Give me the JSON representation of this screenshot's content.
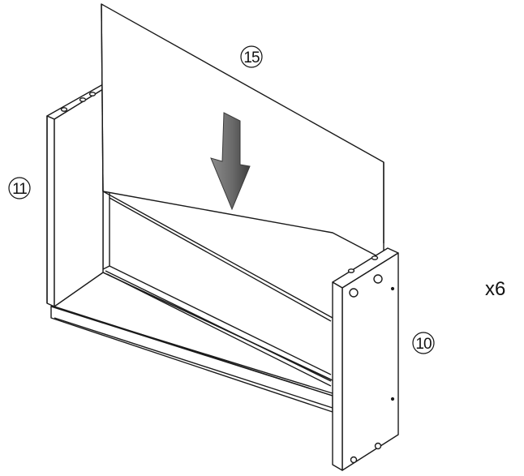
{
  "parts": {
    "panel_top": "15",
    "side_left": "11",
    "side_right": "10"
  },
  "quantity": "x6",
  "colors": {
    "line": "#1a1a1a",
    "panel_fill": "#ffffff",
    "arrow_dark": "#4a4a4a",
    "arrow_light": "#8c8c8c"
  },
  "icons": {
    "insert_arrow": "down-arrow-icon"
  }
}
